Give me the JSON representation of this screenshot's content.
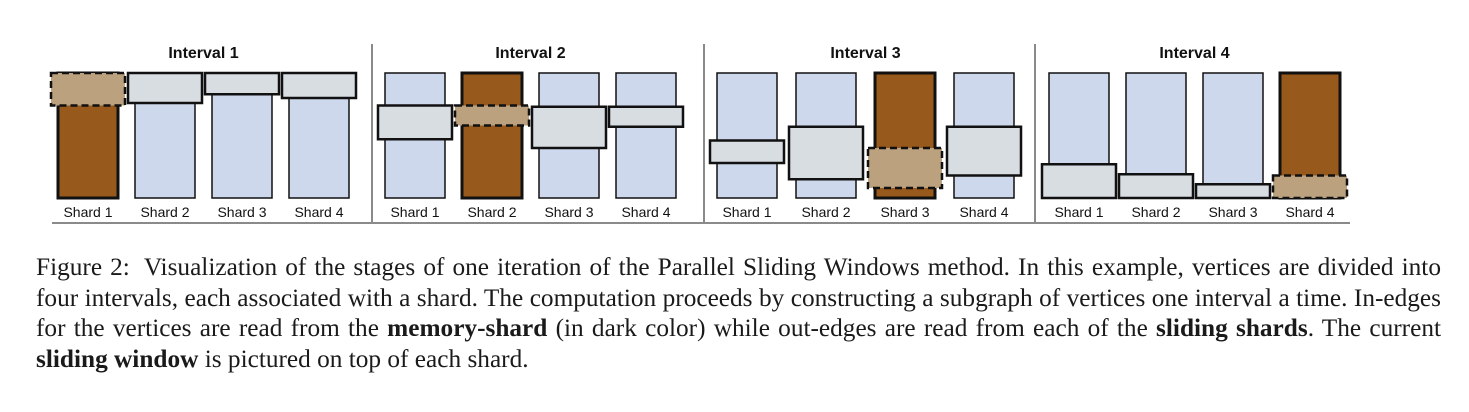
{
  "figure": {
    "colors": {
      "shard_fill": "#cdd8ec",
      "memory_shard_fill": "#98591c",
      "window_fill": "#d8dde2",
      "memory_window_fill": "#bba17e",
      "outline": "#111111",
      "divider": "#8a8a8a"
    },
    "intervals": [
      {
        "title": "Interval 1",
        "memory_shard": 1,
        "shards": [
          {
            "label": "Shard 1",
            "window_start": 0.0,
            "window_end": 0.26
          },
          {
            "label": "Shard 2",
            "window_start": 0.0,
            "window_end": 0.24
          },
          {
            "label": "Shard 3",
            "window_start": 0.0,
            "window_end": 0.17
          },
          {
            "label": "Shard 4",
            "window_start": 0.0,
            "window_end": 0.2
          }
        ]
      },
      {
        "title": "Interval 2",
        "memory_shard": 2,
        "shards": [
          {
            "label": "Shard 1",
            "window_start": 0.26,
            "window_end": 0.53
          },
          {
            "label": "Shard 2",
            "window_start": 0.26,
            "window_end": 0.42
          },
          {
            "label": "Shard 3",
            "window_start": 0.27,
            "window_end": 0.6
          },
          {
            "label": "Shard 4",
            "window_start": 0.27,
            "window_end": 0.43
          }
        ]
      },
      {
        "title": "Interval 3",
        "memory_shard": 3,
        "shards": [
          {
            "label": "Shard 1",
            "window_start": 0.54,
            "window_end": 0.72
          },
          {
            "label": "Shard 2",
            "window_start": 0.43,
            "window_end": 0.85
          },
          {
            "label": "Shard 3",
            "window_start": 0.6,
            "window_end": 0.92
          },
          {
            "label": "Shard 4",
            "window_start": 0.43,
            "window_end": 0.82
          }
        ]
      },
      {
        "title": "Interval 4",
        "memory_shard": 4,
        "shards": [
          {
            "label": "Shard 1",
            "window_start": 0.73,
            "window_end": 1.0
          },
          {
            "label": "Shard 2",
            "window_start": 0.81,
            "window_end": 1.0
          },
          {
            "label": "Shard 3",
            "window_start": 0.89,
            "window_end": 1.0
          },
          {
            "label": "Shard 4",
            "window_start": 0.82,
            "window_end": 1.0
          }
        ]
      }
    ]
  },
  "caption": {
    "label": "Figure 2:",
    "text_1": "Visualization of the stages of one iteration of the Parallel Sliding Windows method. In this example, vertices are divided into four intervals, each associated with a shard. The computation proceeds by constructing a subgraph of vertices one interval a time. In-edges for the vertices are read from the ",
    "bold_1": "memory-shard",
    "text_2": " (in dark color) while out-edges are read from each of the ",
    "bold_2": "sliding shards",
    "text_3": ". The current ",
    "bold_3": "sliding window",
    "text_4": " is pictured on top of each shard."
  }
}
